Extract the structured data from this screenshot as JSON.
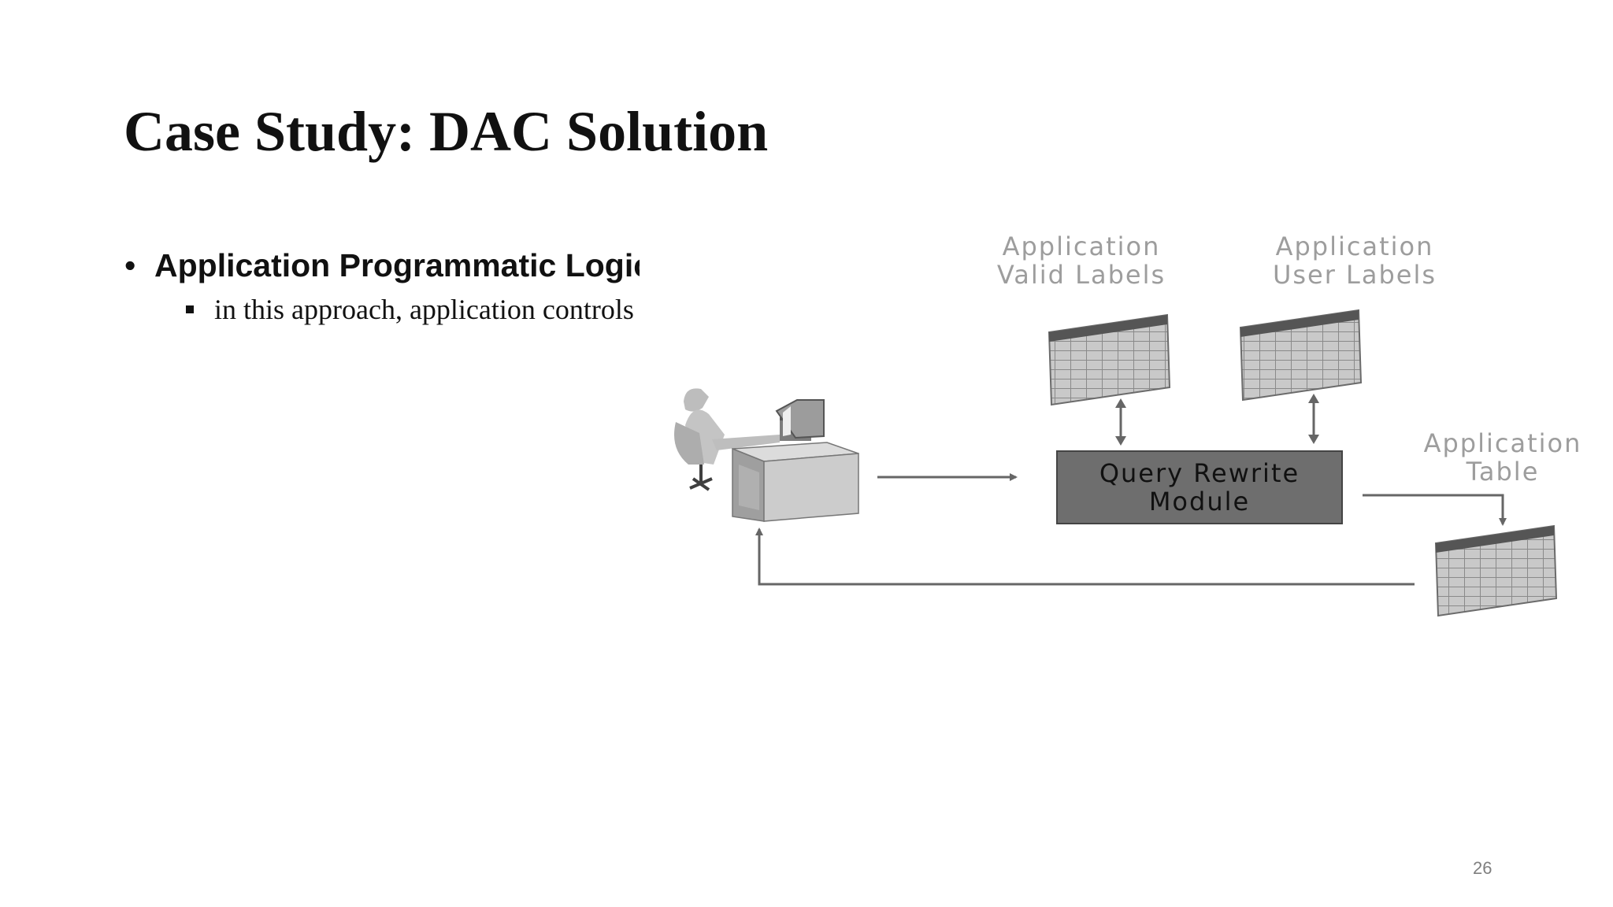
{
  "slide": {
    "title": "Case Study: DAC Solution",
    "bullet_main": "Application Programmatic Logic",
    "bullet_sub": "in this approach, application controls access"
  },
  "diagram": {
    "valid_labels": [
      "Application",
      "Valid Labels"
    ],
    "user_labels": [
      "Application",
      "User Labels"
    ],
    "module": [
      "Query Rewrite",
      "Module"
    ],
    "app_table": [
      "Application",
      "Table"
    ]
  },
  "page_number": "26"
}
